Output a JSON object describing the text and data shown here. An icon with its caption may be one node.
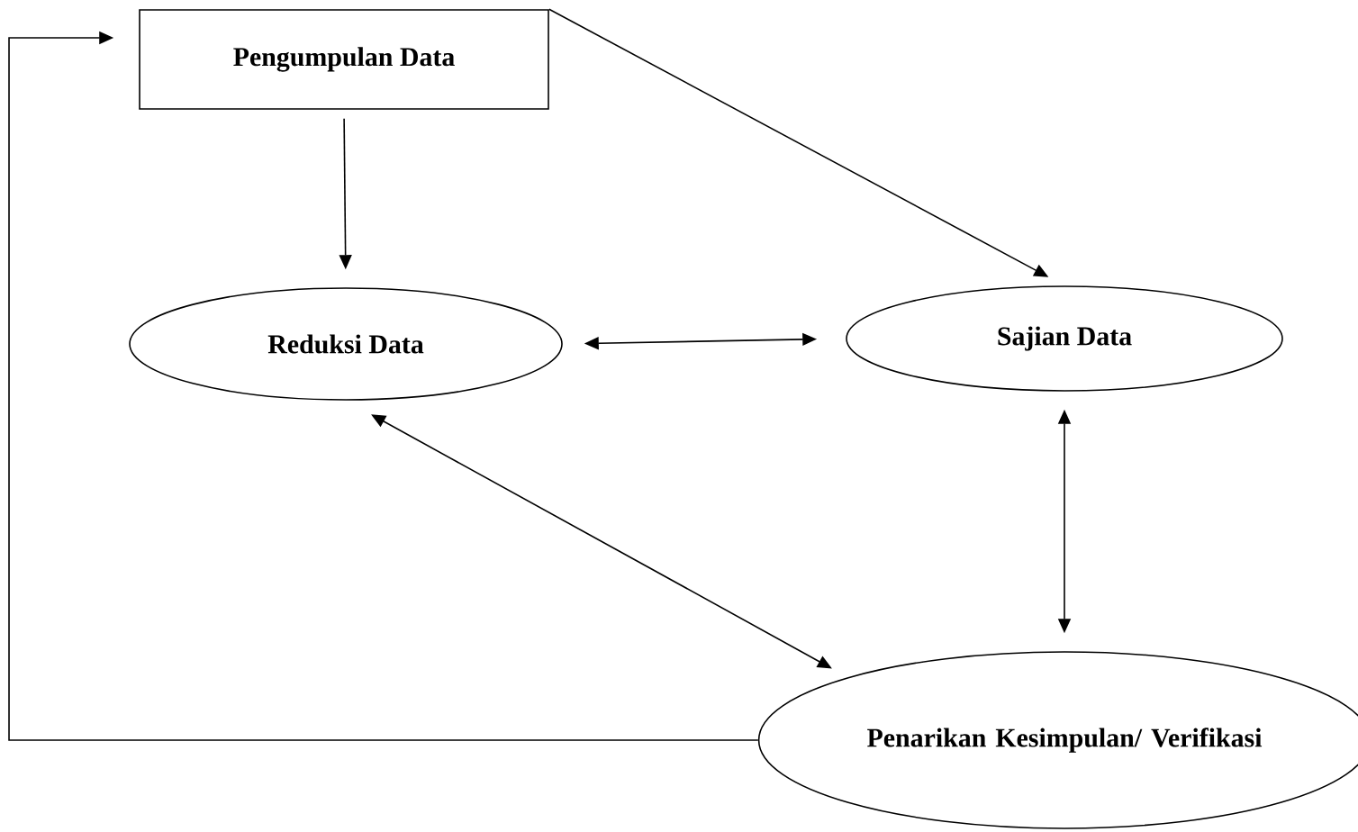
{
  "diagram": {
    "nodes": [
      {
        "text": [
          "Pengumpulan Data"
        ]
      },
      {
        "text": [
          "Reduksi Data"
        ]
      },
      {
        "text": [
          "Sajian Data"
        ]
      },
      {
        "text": [
          "Penarikan Kesimpulan/ Verifikasi"
        ]
      }
    ],
    "edges": [
      {
        "from": 0,
        "to": 1,
        "arrow": "to"
      },
      {
        "from": 0,
        "to": 2,
        "arrow": "to"
      },
      {
        "from": 1,
        "to": 2,
        "arrow": "both"
      },
      {
        "from": 1,
        "to": 3,
        "arrow": "both"
      },
      {
        "from": 2,
        "to": 3,
        "arrow": "both"
      },
      {
        "from": 3,
        "to": 0,
        "arrow": "to"
      }
    ]
  }
}
